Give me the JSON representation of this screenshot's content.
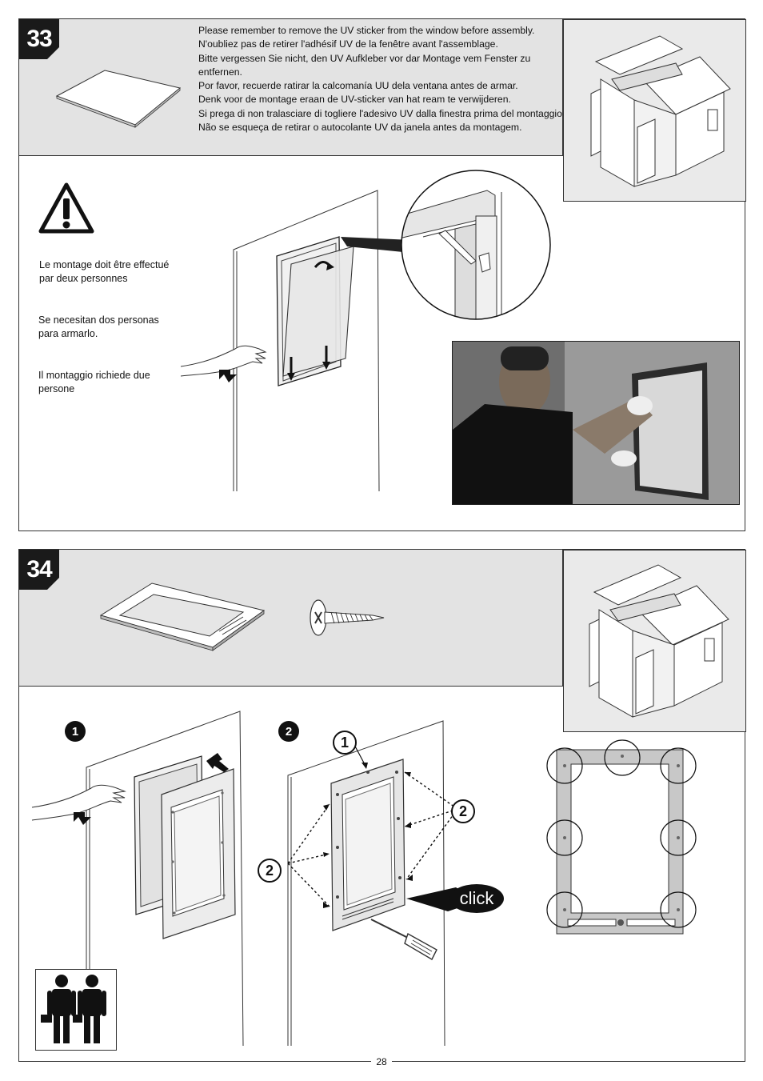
{
  "steps": {
    "step33": {
      "number": "33",
      "instructions": [
        "Please remember to remove the UV sticker from the window before assembly.",
        "N'oubliez pas de retirer l'adhésif UV de la fenêtre avant l'assemblage.",
        "Bitte vergessen Sie nicht, den UV Aufkleber vor dar Montage vem Fenster zu entfernen.",
        "Por favor, recuerde ratirar la calcomanía UU dela ventana antes de armar.",
        "Denk voor de montage eraan de UV-sticker van hat ream te verwijderen.",
        "Si prega di non tralasciare di togliere l'adesivo UV dalla finestra prima del montaggio.",
        "Não se esqueça de retirar o autocolante UV da janela antes da montagem."
      ],
      "notes": [
        "Le montage doit être effectué par deux personnes",
        "Se necesitan dos personas para armarlo.",
        "Il montaggio richiede due persone"
      ]
    },
    "step34": {
      "number": "34",
      "substeps": [
        "1",
        "2"
      ],
      "callouts": {
        "one": "1",
        "two_right": "2",
        "two_left": "2"
      },
      "click_label": "click"
    }
  },
  "page": {
    "number": "28"
  }
}
